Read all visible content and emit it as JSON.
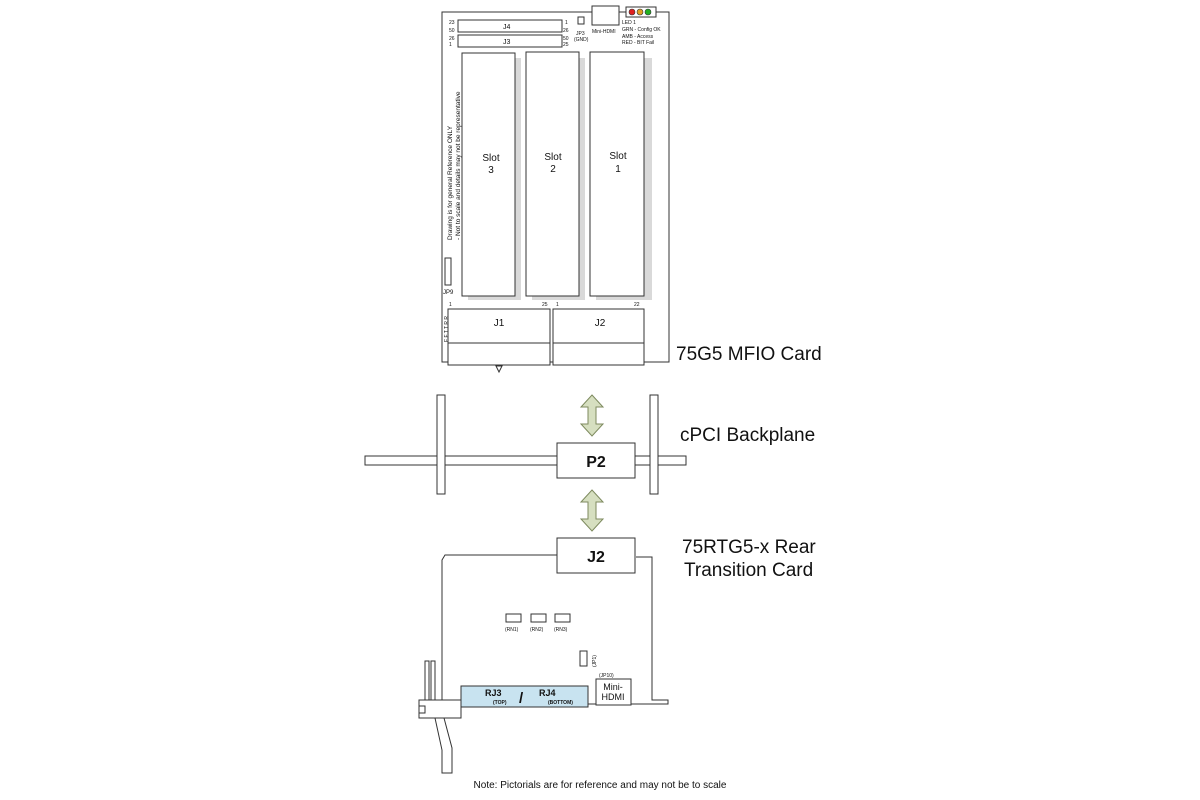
{
  "mfio_card": {
    "title": "75G5 MFIO Card",
    "j4": "J4",
    "j3": "J3",
    "j4_pins": {
      "left_top": "23",
      "left_bottom": "50",
      "right_top": "1",
      "right_bottom": "26"
    },
    "j3_pins": {
      "left_top": "26",
      "left_bottom": "1",
      "right_top": "50",
      "right_bottom": "25"
    },
    "jp3": "JP3",
    "jp3_sub": "(GND)",
    "mini_hdmi": "Mini-HDMI",
    "led_lines": [
      "LED 1",
      "GRN - Config OK",
      "AMB - Access",
      "RED - BIT Fail"
    ],
    "slots": [
      {
        "line1": "Slot",
        "line2": "3"
      },
      {
        "line1": "Slot",
        "line2": "2"
      },
      {
        "line1": "Slot",
        "line2": "1"
      }
    ],
    "disclaimer_line1": "Drawing is for general Reference ONLY",
    "disclaimer_line2": "- Not to scale and details may not be representative",
    "jp9": "JP9",
    "j1": "J1",
    "j2": "J2",
    "pin_labels": {
      "j1_left": "1",
      "j1_right": "25",
      "j2_left": "1",
      "j2_right": "22"
    },
    "edge_labels": "F F T T R R"
  },
  "backplane": {
    "title": "cPCI Backplane",
    "p2": "P2"
  },
  "rtc": {
    "title_line1": "75RTG5-x Rear",
    "title_line2": "Transition Card",
    "j2": "J2",
    "rn": [
      "(RN1)",
      "(RN2)",
      "(RN3)"
    ],
    "jp1_label": "(JP1)",
    "jp10": "(JP10)",
    "mini_hdmi_line1": "Mini-",
    "mini_hdmi_line2": "HDMI",
    "rj3": "RJ3",
    "rj3_sub": "(TOP)",
    "rj_sep": "/",
    "rj4": "RJ4",
    "rj4_sub": "(BOTTOM)"
  },
  "note": "Note: Pictorials are for reference and may not be to scale",
  "colors": {
    "led_red": "#e02020",
    "led_amber": "#e0a020",
    "led_green": "#20b020",
    "arrow_fill": "#d6dfc0",
    "arrow_stroke": "#7d8a5e",
    "rj_fill": "#c8e3f0",
    "slot_shadow": "#d9d9d9"
  }
}
